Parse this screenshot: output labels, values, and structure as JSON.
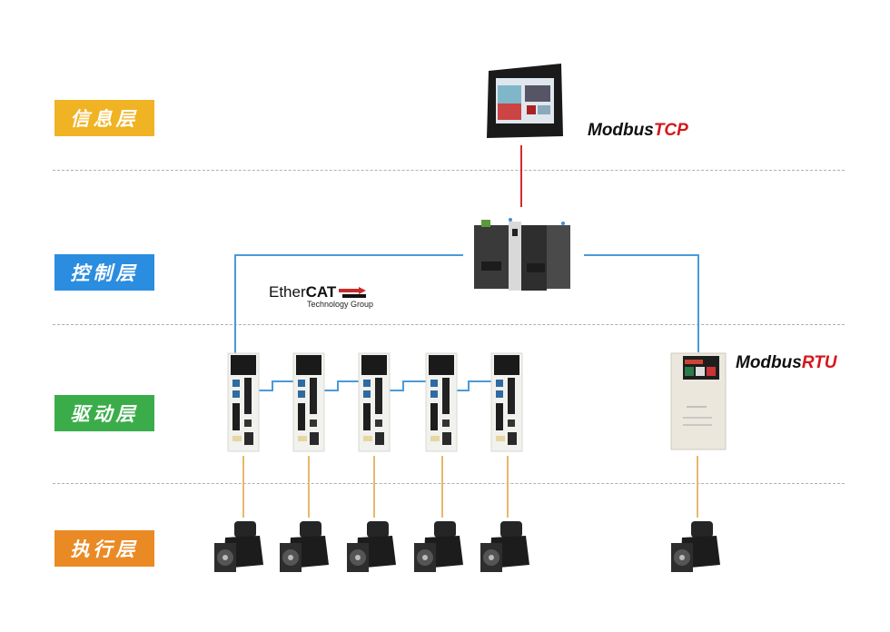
{
  "layers": [
    {
      "label": "信息层",
      "color": "#f0b323"
    },
    {
      "label": "控制层",
      "color": "#2a8de0"
    },
    {
      "label": "驱动层",
      "color": "#3aad4a"
    },
    {
      "label": "执行层",
      "color": "#ea8a24"
    }
  ],
  "protocols": {
    "tcp": {
      "prefix": "Modbus",
      "accent": "TCP"
    },
    "rtu": {
      "prefix": "Modbus",
      "accent": "RTU"
    },
    "ethercat": {
      "prefix": "Ether",
      "bold": "CAT",
      "sub": "Technology Group"
    }
  },
  "devices": {
    "hmi": "hmi-touchscreen",
    "plc": "plc-controller",
    "servo_drives": 5,
    "vfd": "variable-frequency-drive",
    "servo_motors": 6
  },
  "colors": {
    "ethercat_line": "#4a9ad8",
    "tcp_line": "#d42a2a",
    "motor_line": "#e8b86a"
  }
}
